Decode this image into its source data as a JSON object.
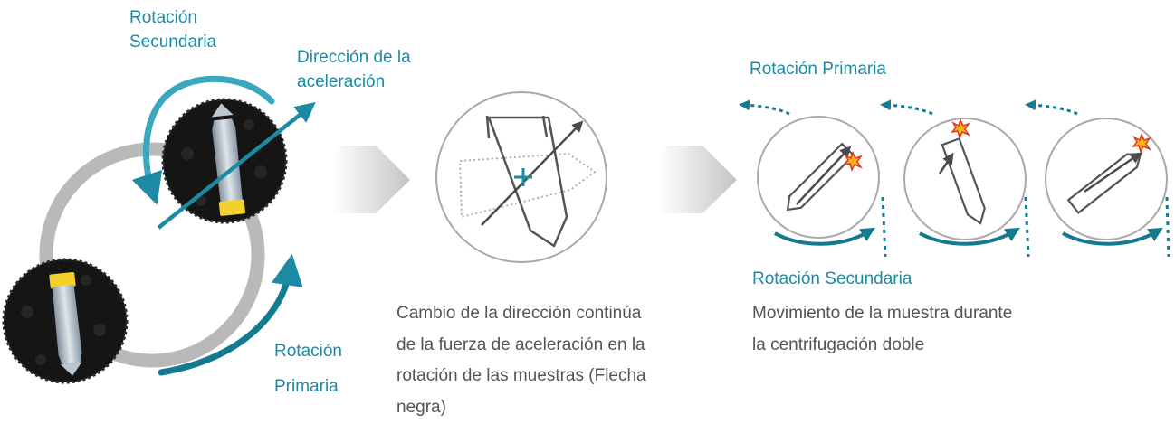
{
  "colors": {
    "teal_light": "#3aa7bf",
    "teal_dark": "#137a90",
    "gray_ring": "#b9b9b9",
    "text_dark": "#505558",
    "outline": "#a9a9a9"
  },
  "labels": {
    "left_secondary_line1": "Rotación",
    "left_secondary_line2": "Secundaria",
    "accel_line1": "Dirección de la",
    "accel_line2": "aceleración",
    "left_primary_line1": "Rotación",
    "left_primary_line2": "Primaria",
    "mid_caption_line1": "Cambio de la dirección continúa",
    "mid_caption_line2": "de la fuerza de aceleración en la",
    "mid_caption_line3": "rotación de las muestras (Flecha",
    "mid_caption_line4": "negra)",
    "right_primary": "Rotación Primaria",
    "right_secondary": "Rotación Secundaria",
    "right_caption_line1": "Movimiento de la muestra durante",
    "right_caption_line2": "la centrifugación doble"
  },
  "icons": {
    "sample_disc": "tube-holder-icon",
    "process_arrow": "chevron-right-icon",
    "impact": "impact-spark-icon"
  }
}
